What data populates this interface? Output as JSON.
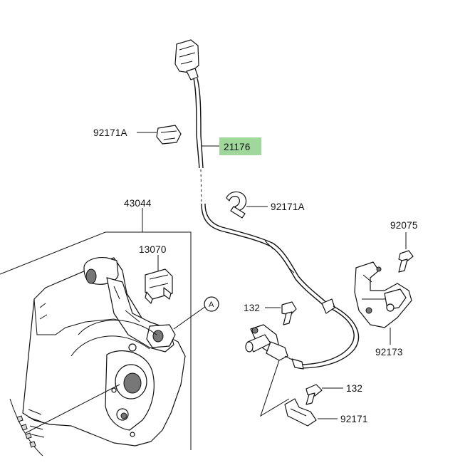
{
  "diagram": {
    "accent_color": "#9fd89a",
    "parts": [
      {
        "id": "21176",
        "highlighted": true
      },
      {
        "id": "92171A"
      },
      {
        "id": "92171A"
      },
      {
        "id": "43044"
      },
      {
        "id": "13070"
      },
      {
        "id": "92075"
      },
      {
        "id": "132"
      },
      {
        "id": "92173"
      },
      {
        "id": "132"
      },
      {
        "id": "92171"
      }
    ],
    "reference_marker": "A"
  }
}
